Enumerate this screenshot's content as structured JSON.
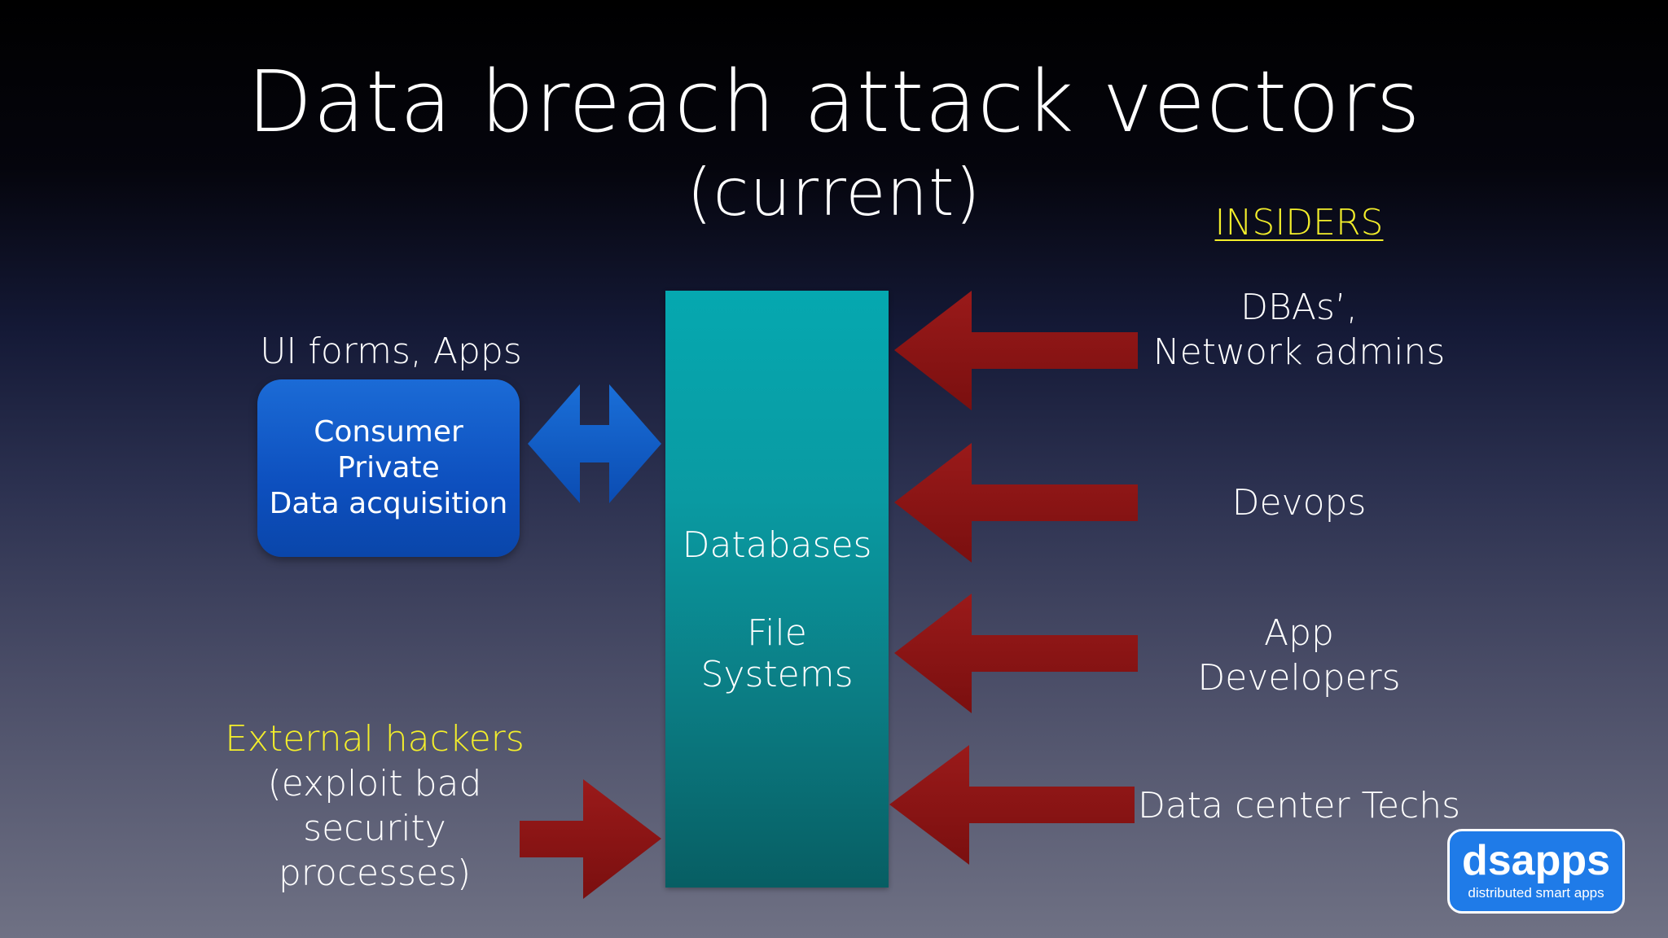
{
  "slide": {
    "title": "Data breach attack vectors",
    "subtitle": "(current)"
  },
  "insiders": {
    "heading": "INSIDERS",
    "items": [
      {
        "line1": "DBAs’,",
        "line2": "Network admins"
      },
      {
        "line1": "Devops",
        "line2": ""
      },
      {
        "line1": "App",
        "line2": "Developers"
      },
      {
        "line1": "Data center Techs",
        "line2": ""
      }
    ]
  },
  "left": {
    "ui_label": "UI forms, Apps",
    "consumer_box": {
      "line1": "Consumer Private",
      "line2": "Data acquisition"
    },
    "external_heading": "External hackers",
    "external_detail": [
      "(exploit bad",
      "security",
      "processes)"
    ]
  },
  "center": {
    "line1": "Databases",
    "line2": "File Systems"
  },
  "logo": {
    "name": "dsapps",
    "tagline": "distributed smart apps"
  },
  "colors": {
    "highlight_yellow": "#f3ee2b",
    "attack_arrow_red": "#8a1414",
    "database_teal": "#0a9aa2",
    "consumer_blue": "#0d4fbe",
    "logo_blue": "#1f7be8"
  }
}
